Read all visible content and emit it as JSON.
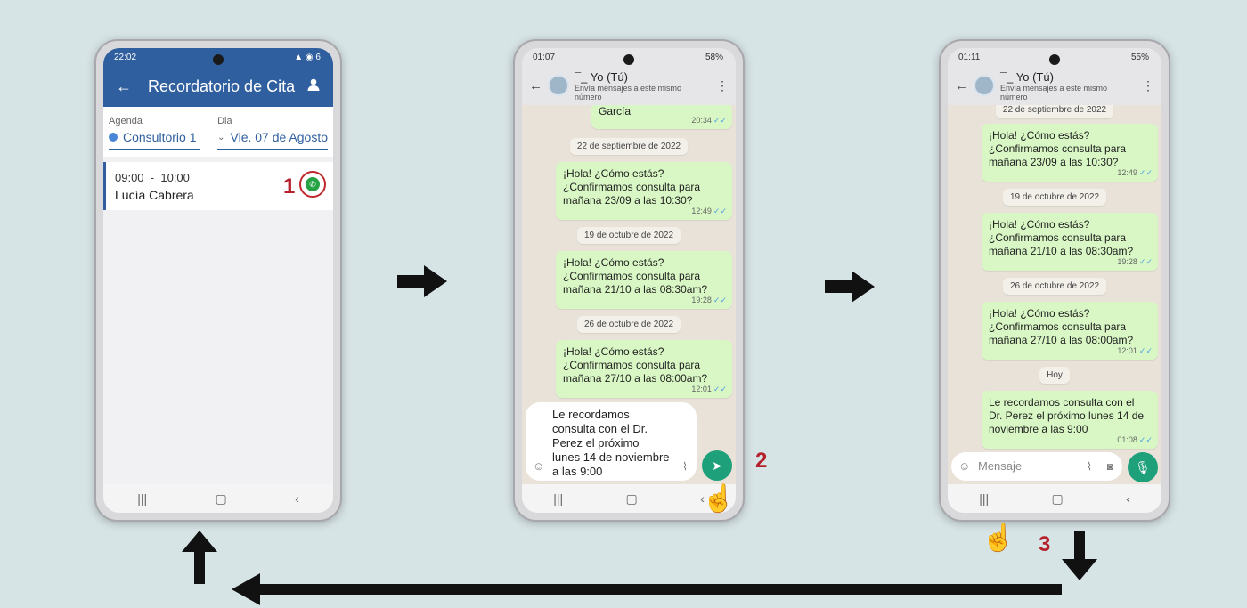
{
  "phone1": {
    "status_time": "22:02",
    "status_right": "▲ ◉ 6",
    "title": "Recordatorio de Cita",
    "agenda_label": "Agenda",
    "agenda_value": "Consultorio 1",
    "dia_label": "Dia",
    "dia_value": "Vie. 07 de Agosto",
    "appt_time_start": "09:00",
    "appt_time_sep": "-",
    "appt_time_end": "10:00",
    "appt_name": "Lucía Cabrera",
    "step": "1"
  },
  "phone2": {
    "status_time": "01:07",
    "status_right": "58%",
    "contact_name": "¯_ Yo (Tú)",
    "contact_sub": "Envía mensajes a este mismo número",
    "top_bubble": {
      "text": "García",
      "time": "20:34"
    },
    "messages": [
      {
        "date": "22 de septiembre de 2022",
        "text": "¡Hola! ¿Cómo estás? ¿Confirmamos consulta para mañana 23/09 a las 10:30?",
        "time": "12:49"
      },
      {
        "date": "19 de octubre de 2022",
        "text": "¡Hola! ¿Cómo estás? ¿Confirmamos consulta para mañana 21/10 a las 08:30am?",
        "time": "19:28"
      },
      {
        "date": "26 de octubre de 2022",
        "text": "¡Hola! ¿Cómo estás? ¿Confirmamos consulta para mañana 27/10 a las 08:00am?",
        "time": "12:01"
      }
    ],
    "composer_text": "Le recordamos consulta con el Dr. Perez el próximo lunes 14 de noviembre a las 9:00",
    "step": "2"
  },
  "phone3": {
    "status_time": "01:11",
    "status_right": "55%",
    "contact_name": "¯_ Yo (Tú)",
    "contact_sub": "Envía mensajes a este mismo número",
    "messages": [
      {
        "date": "22 de septiembre de 2022",
        "text": "¡Hola! ¿Cómo estás? ¿Confirmamos consulta para mañana 23/09 a las 10:30?",
        "time": "12:49"
      },
      {
        "date": "19 de octubre de 2022",
        "text": "¡Hola! ¿Cómo estás? ¿Confirmamos consulta para mañana 21/10 a las 08:30am?",
        "time": "19:28"
      },
      {
        "date": "26 de octubre de 2022",
        "text": "¡Hola! ¿Cómo estás? ¿Confirmamos consulta para mañana 27/10 a las 08:00am?",
        "time": "12:01"
      },
      {
        "date": "Hoy",
        "text": "Le recordamos consulta con el Dr. Perez el próximo lunes 14 de noviembre a las 9:00",
        "time": "01:08"
      }
    ],
    "composer_placeholder": "Mensaje",
    "step": "3"
  },
  "icons": {
    "back": "back-arrow-icon",
    "profile": "person-icon",
    "whatsapp": "whatsapp-icon",
    "send": "send-icon",
    "mic": "mic-icon",
    "hand": "pointing-hand-icon"
  },
  "colors": {
    "app_header": "#2f5f9e",
    "bubble": "#d8f7c4",
    "send_button": "#1ea07a",
    "step_number": "#b5202a",
    "background": "#d7e4e6"
  }
}
